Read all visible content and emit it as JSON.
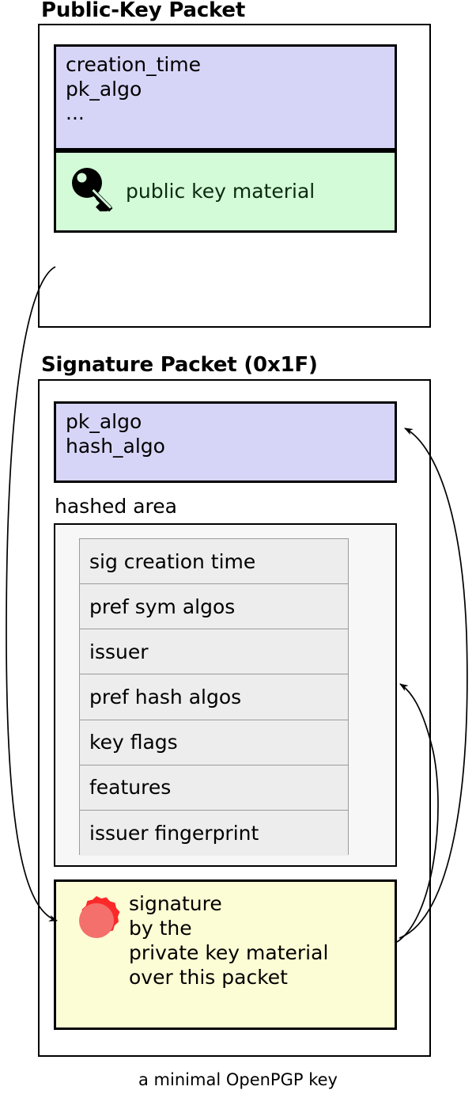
{
  "caption": "a minimal OpenPGP key",
  "colors": {
    "header_block": "#d7d5f7",
    "key_material_block": "#d3fbd8",
    "signature_block": "#fcfcd5",
    "hashed_area_bg": "#f7f7f7",
    "subpacket_row_bg": "#ededed",
    "seal_outer": "#fb2a2a",
    "seal_inner": "#f4706c",
    "stroke": "#000000"
  },
  "public_key_packet": {
    "title": "Public-Key Packet",
    "header_fields": [
      "creation_time",
      "pk_algo",
      "..."
    ],
    "key_material": {
      "icon": "key-icon",
      "label": "public key material"
    }
  },
  "signature_packet": {
    "title": "Signature Packet (0x1F)",
    "header_fields": [
      "pk_algo",
      "hash_algo"
    ],
    "hashed_area": {
      "label": "hashed area",
      "subpackets": [
        "sig creation time",
        "pref sym algos",
        "issuer",
        "pref hash algos",
        "key flags",
        "features",
        "issuer fingerprint"
      ]
    },
    "signature": {
      "icon": "wax-seal-icon",
      "lines": [
        "signature",
        "by the",
        "private key material",
        "over this packet"
      ]
    }
  },
  "arrows": [
    {
      "name": "arrow-public-key-to-signature",
      "from": "public-key-packet",
      "to": "signature-block"
    },
    {
      "name": "arrow-signature-to-sig-header",
      "from": "signature-block",
      "to": "signature-packet-header-fields"
    },
    {
      "name": "arrow-signature-to-hashed-area",
      "from": "signature-block",
      "to": "hashed-area"
    }
  ]
}
